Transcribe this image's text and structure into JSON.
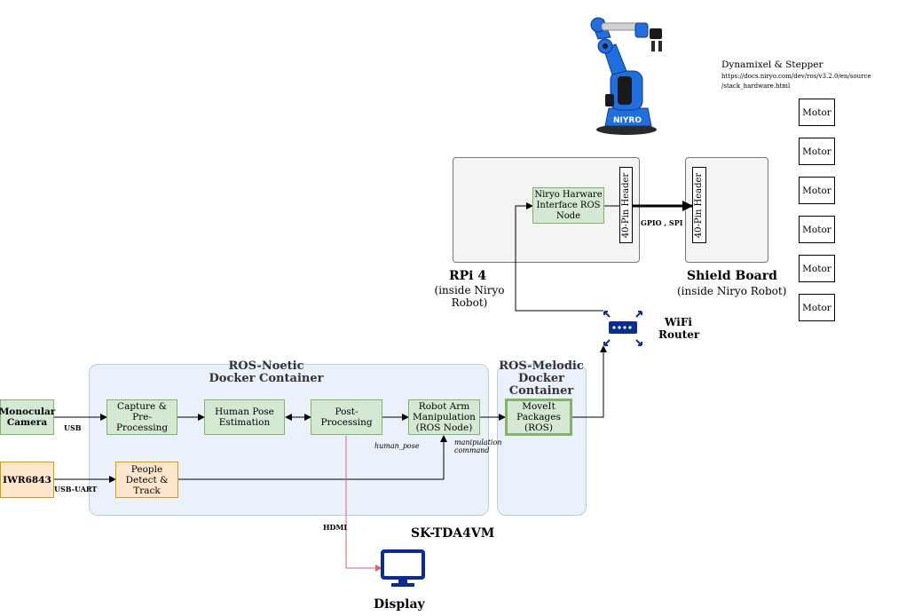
{
  "robot": {
    "logo_text": "NIYRO"
  },
  "motors": {
    "title": "Dynamixel & Stepper",
    "url_line1": "https://docs.niryo.com/dev/ros/v3.2.0/en/source",
    "url_line2": "/stack_hardware.html",
    "items": [
      "Motor",
      "Motor",
      "Motor",
      "Motor",
      "Motor",
      "Motor"
    ]
  },
  "rpi": {
    "node_label": "Niryo Harware Interface ROS Node",
    "header_label": "40-Pin Header",
    "title": "RPi 4",
    "subtitle": "(inside Niryo Robot)"
  },
  "shield": {
    "header_label": "40-Pin Header",
    "title": "Shield Board",
    "subtitle": "(inside Niryo Robot)"
  },
  "gpio_label": "GPIO , SPI",
  "router": {
    "label_line1": "WiFi",
    "label_line2": "Router"
  },
  "noetic": {
    "title": "ROS-Noetic Docker Container",
    "capture": "Capture & Pre-Processing",
    "pose": "Human Pose Estimation",
    "post": "Post-Processing",
    "robot_arm": "Robot Arm Manipulation (ROS Node)",
    "people": "People Detect & Track"
  },
  "melodic": {
    "title": "ROS-Melodic Docker Container",
    "moveit": "MoveIt Packages (ROS)"
  },
  "inputs": {
    "camera": "Monocular Camera",
    "camera_link": "USB",
    "radar": "IWR6843",
    "radar_link": "USB-UART"
  },
  "edge_labels": {
    "human_pose": "human_pose",
    "manipulation_command": "manipulation command",
    "hdmi": "HDMI"
  },
  "board_label": "SK-TDA4VM",
  "display_label": "Display",
  "colors": {
    "container_fill": "#eaf1fb",
    "node_fill": "#d5e8d4",
    "node_border": "#82b366",
    "input_fill": "#ffe6cc",
    "input_border": "#d79b00",
    "robot_blue": "#1f6fe0",
    "router_blue": "#0b2f8a",
    "display_blue": "#0a2a9c",
    "hdmi_line": "#d46a6a"
  }
}
